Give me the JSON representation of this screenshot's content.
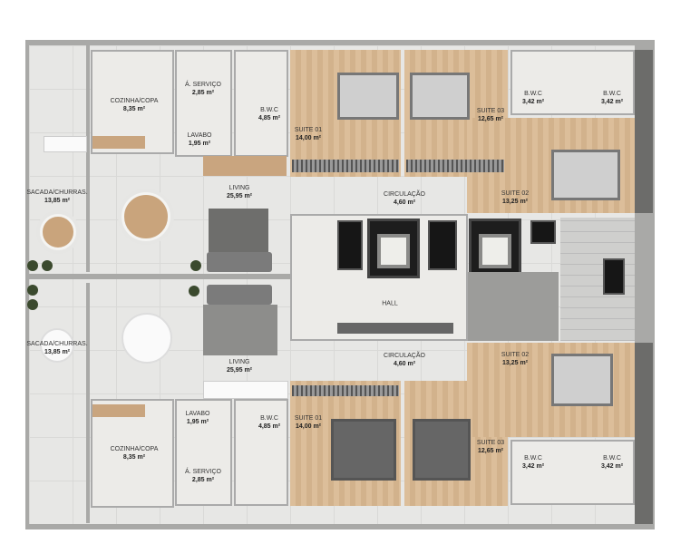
{
  "plan": {
    "top_unit": [
      {
        "name": "COZINHA/COPA",
        "area": "8,35 m²"
      },
      {
        "name": "Á. SERVIÇO",
        "area": "2,85 m²"
      },
      {
        "name": "B.W.C",
        "area": "4,85 m²"
      },
      {
        "name": "LAVABO",
        "area": "1,95 m²"
      },
      {
        "name": "SUITE 01",
        "area": "14,00 m²"
      },
      {
        "name": "SUITE 03",
        "area": "12,65 m²"
      },
      {
        "name": "B.W.C",
        "area": "3,42 m²"
      },
      {
        "name": "B.W.C",
        "area": "3,42 m²"
      },
      {
        "name": "SUITE 02",
        "area": "13,25 m²"
      },
      {
        "name": "SACADA/CHURRAS.",
        "area": "13,85 m²"
      },
      {
        "name": "LIVING",
        "area": "25,95 m²"
      },
      {
        "name": "CIRCULAÇÃO",
        "area": "4,60 m²"
      }
    ],
    "common": {
      "hall": "HALL"
    },
    "bottom_unit": [
      {
        "name": "CIRCULAÇÃO",
        "area": "4,60 m²"
      },
      {
        "name": "LIVING",
        "area": "25,95 m²"
      },
      {
        "name": "SACADA/CHURRAS.",
        "area": "13,85 m²"
      },
      {
        "name": "SUITE 02",
        "area": "13,25 m²"
      },
      {
        "name": "LAVABO",
        "area": "1,95 m²"
      },
      {
        "name": "B.W.C",
        "area": "4,85 m²"
      },
      {
        "name": "SUITE 01",
        "area": "14,00 m²"
      },
      {
        "name": "SUITE 03",
        "area": "12,65 m²"
      },
      {
        "name": "COZINHA/COPA",
        "area": "8,35 m²"
      },
      {
        "name": "Á. SERVIÇO",
        "area": "2,85 m²"
      },
      {
        "name": "B.W.C",
        "area": "3,42 m²"
      },
      {
        "name": "B.W.C",
        "area": "3,42 m²"
      }
    ]
  }
}
